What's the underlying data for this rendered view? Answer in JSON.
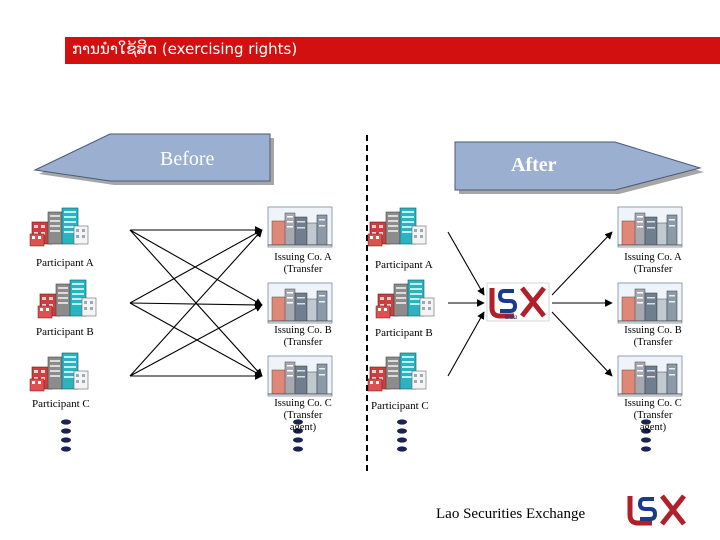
{
  "header": {
    "title": "ການນຳໃຊ້ສິດ (exercising rights)"
  },
  "colors": {
    "title_bar": "#d21010",
    "arrow_fill": "#9bb0d0",
    "logo_red": "#b0202a",
    "logo_blue": "#1a3a8a"
  },
  "before_label": "Before",
  "after_label": "After",
  "before": {
    "participants": [
      "Participant A",
      "Participant B",
      "Participant C"
    ],
    "issuers": [
      [
        "Issuing Co. A",
        "(Transfer"
      ],
      [
        "Issuing Co. B",
        "(Transfer"
      ],
      [
        "Issuing Co. C",
        "(Transfer",
        "agent)"
      ]
    ]
  },
  "after": {
    "participants": [
      "Participant A",
      "Participant B",
      "Participant C"
    ],
    "issuers": [
      [
        "Issuing Co. A",
        "(Transfer"
      ],
      [
        "Issuing Co. B",
        "(Transfer"
      ],
      [
        "Issuing Co. C",
        "(Transfer",
        "agent)"
      ]
    ]
  },
  "footer": {
    "exchange_name": "Lao Securities Exchange"
  }
}
